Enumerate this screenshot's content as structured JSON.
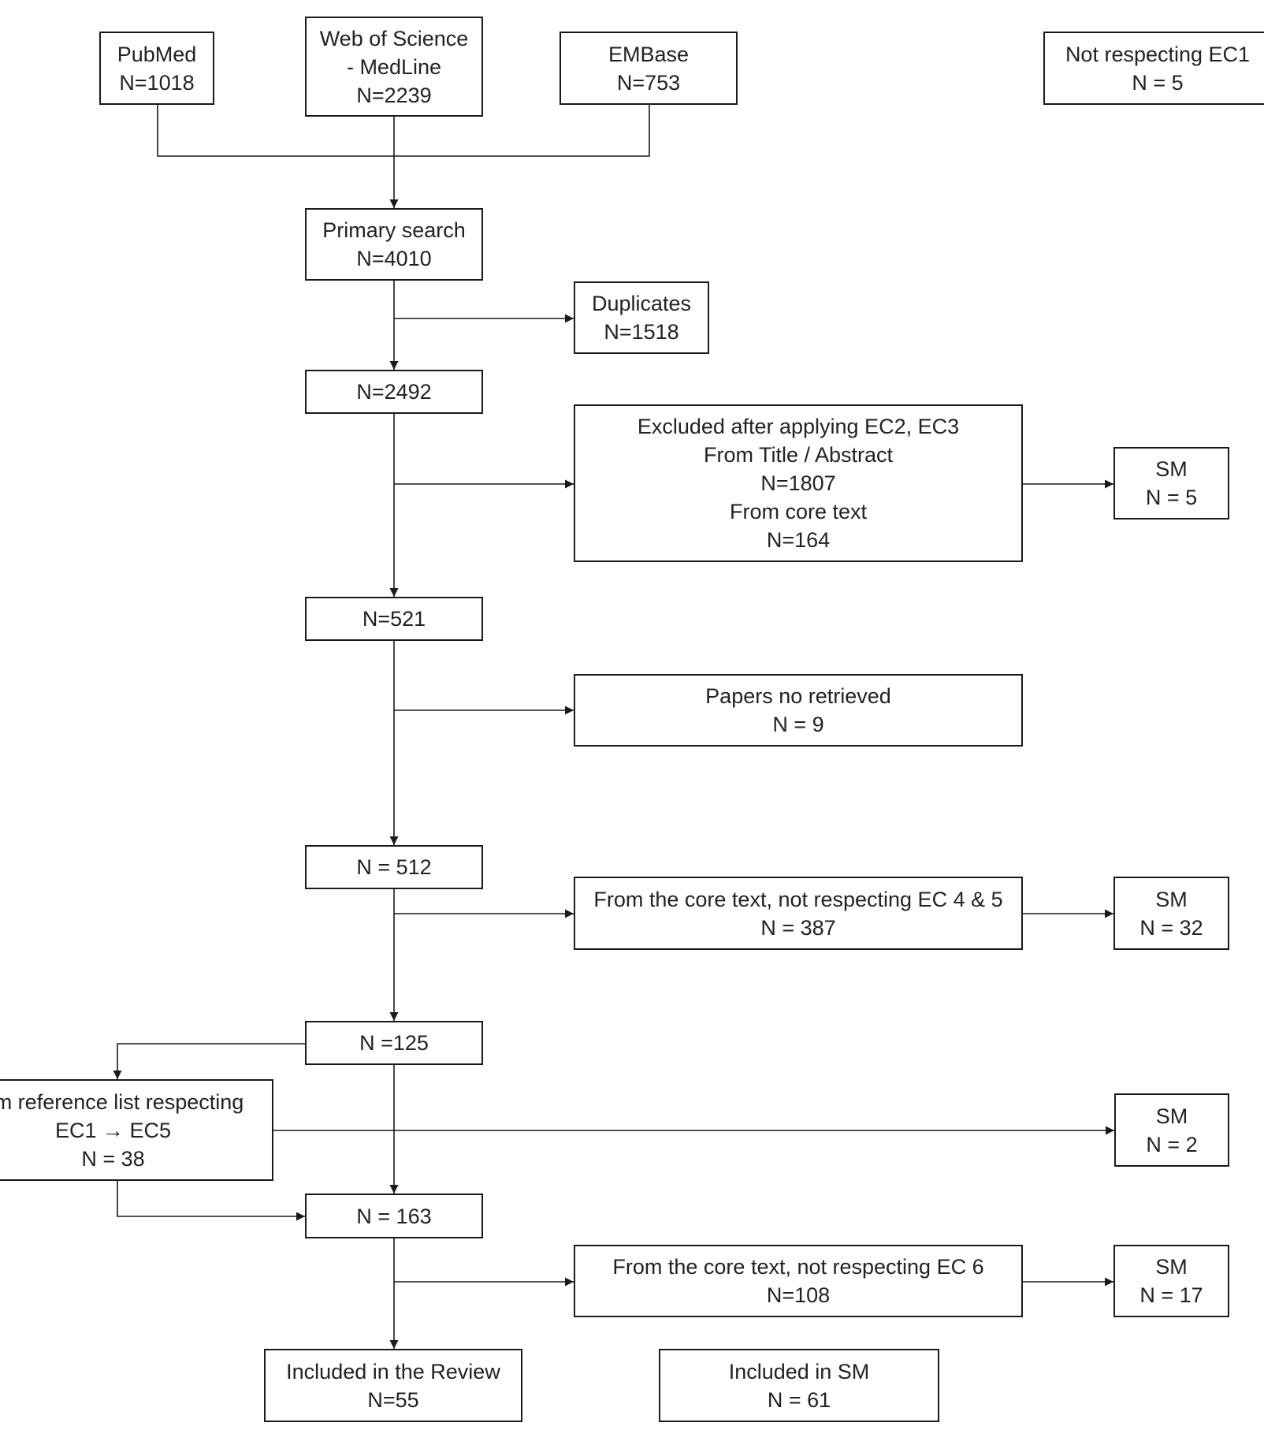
{
  "nodes": {
    "pubmed": [
      "PubMed",
      "N=1018"
    ],
    "wos": [
      "Web of Science",
      "- MedLine",
      "N=2239"
    ],
    "embase": [
      "EMBase",
      "N=753"
    ],
    "not_ec1": [
      "Not respecting EC1",
      "N = 5"
    ],
    "primary": [
      "Primary search",
      "N=4010"
    ],
    "duplicates": [
      "Duplicates",
      "N=1518"
    ],
    "n2492": [
      "N=2492"
    ],
    "excluded": [
      "Excluded after applying EC2, EC3",
      "From Title / Abstract",
      "N=1807",
      "From core text",
      "N=164"
    ],
    "sm5": [
      "SM",
      "N = 5"
    ],
    "n521": [
      "N=521"
    ],
    "no_retrieved": [
      "Papers no retrieved",
      "N = 9"
    ],
    "n512": [
      "N = 512"
    ],
    "ec45": [
      "From the core text, not respecting  EC 4 & 5",
      "N = 387"
    ],
    "sm32": [
      "SM",
      "N = 32"
    ],
    "n125": [
      "N =125"
    ],
    "reflist": [
      "om reference list respecting",
      "EC1 → EC5",
      "N = 38"
    ],
    "sm2": [
      "SM",
      "N = 2"
    ],
    "n163": [
      "N = 163"
    ],
    "ec6": [
      "From the core text, not respecting  EC 6",
      "N=108"
    ],
    "sm17": [
      "SM",
      "N = 17"
    ],
    "included_review": [
      "Included in the Review",
      "N=55"
    ],
    "included_sm": [
      "Included in SM",
      "N = 61"
    ]
  }
}
